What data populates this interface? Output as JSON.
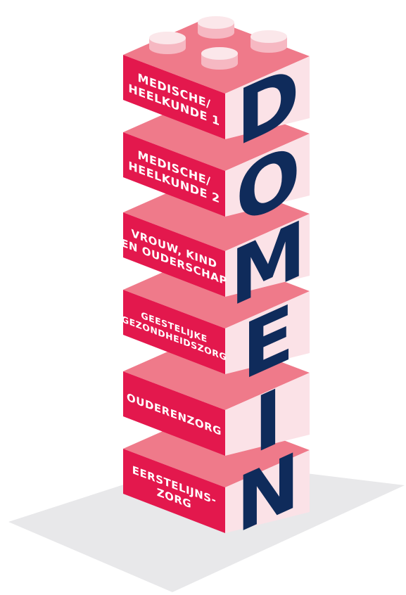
{
  "tower": {
    "vertical_word": "DOMEIN",
    "bricks": [
      {
        "lines": [
          "MEDISCHE/",
          "HEELKUNDE 1"
        ]
      },
      {
        "lines": [
          "MEDISCHE/",
          "HEELKUNDE 2"
        ]
      },
      {
        "lines": [
          "VROUW, KIND",
          "EN OUDERSCHAP"
        ]
      },
      {
        "lines": [
          "GEESTELIJKE",
          "GEZONDHEIDSZORG"
        ]
      },
      {
        "lines": [
          "OUDERENZORG"
        ]
      },
      {
        "lines": [
          "EERSTELIJNS-",
          "ZORG"
        ]
      }
    ]
  },
  "colors": {
    "front": "#e3184d",
    "side": "#fbe2e7",
    "top": "#ef7a8a",
    "stud_top": "#fbe7ea",
    "stud_side": "#f6b8c2",
    "letters": "#0f2b5b",
    "shadow": "#e8e8ea"
  }
}
